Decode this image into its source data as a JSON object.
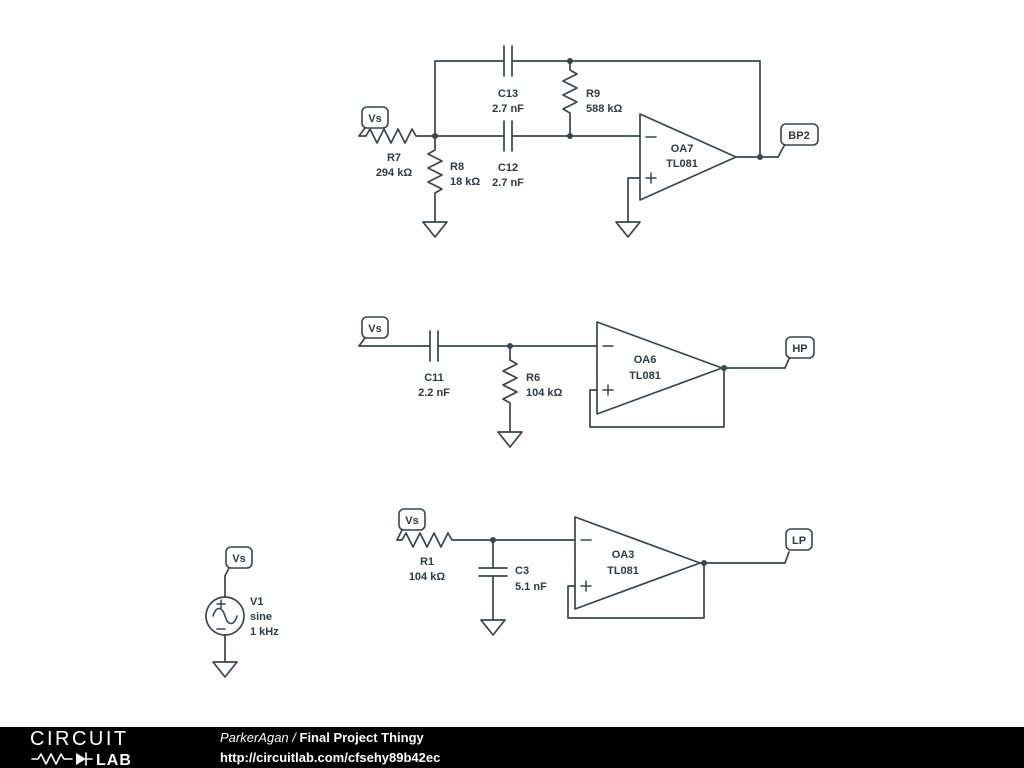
{
  "theme": {
    "canvas_background": "#fefefe",
    "wire_color": "#3a454d",
    "label_color": "#323a41",
    "footer_background": "#000000",
    "footer_text_color": "#ffffff"
  },
  "schematic": {
    "bandpass": {
      "input_flag": "Vs",
      "output_flag": "BP2",
      "r7_name": "R7",
      "r7_value": "294 kΩ",
      "r8_name": "R8",
      "r8_value": "18 kΩ",
      "r9_name": "R9",
      "r9_value": "588 kΩ",
      "c13_name": "C13",
      "c13_value": "2.7 nF",
      "c12_name": "C12",
      "c12_value": "2.7 nF",
      "opamp_name": "OA7",
      "opamp_model": "TL081"
    },
    "highpass": {
      "input_flag": "Vs",
      "output_flag": "HP",
      "c11_name": "C11",
      "c11_value": "2.2 nF",
      "r6_name": "R6",
      "r6_value": "104 kΩ",
      "opamp_name": "OA6",
      "opamp_model": "TL081"
    },
    "lowpass": {
      "input_flag": "Vs",
      "output_flag": "LP",
      "r1_name": "R1",
      "r1_value": "104 kΩ",
      "c3_name": "C3",
      "c3_value": "5.1 nF",
      "opamp_name": "OA3",
      "opamp_model": "TL081"
    },
    "source": {
      "flag": "Vs",
      "v1_name": "V1",
      "v1_waveform": "sine",
      "v1_frequency": "1 kHz"
    }
  },
  "footer": {
    "logo_circuit": "CIRCUIT",
    "logo_lab": "LAB",
    "author": "ParkerAgan / ",
    "project_title": "Final Project Thingy",
    "url": "http://circuitlab.com/cfsehy89b42ec"
  }
}
